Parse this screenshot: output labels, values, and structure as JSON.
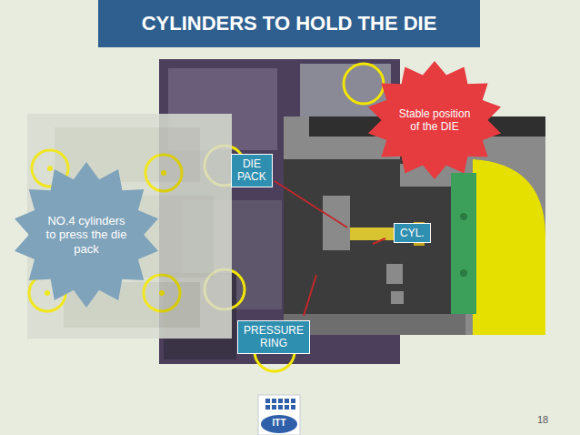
{
  "diagram": {
    "title": "CYLINDERS TO HOLD THE DIE",
    "nodes": [
      {
        "text": [
          "NO.4 cylinders to press the die pack"
        ]
      },
      {
        "text": [
          "Stable position of the DIE"
        ]
      },
      {
        "text": [
          "DIE PACK"
        ]
      },
      {
        "text": [
          "CYL."
        ]
      },
      {
        "text": [
          "PRESSURE RING"
        ]
      }
    ],
    "labels": [
      "18",
      "ITT"
    ]
  }
}
